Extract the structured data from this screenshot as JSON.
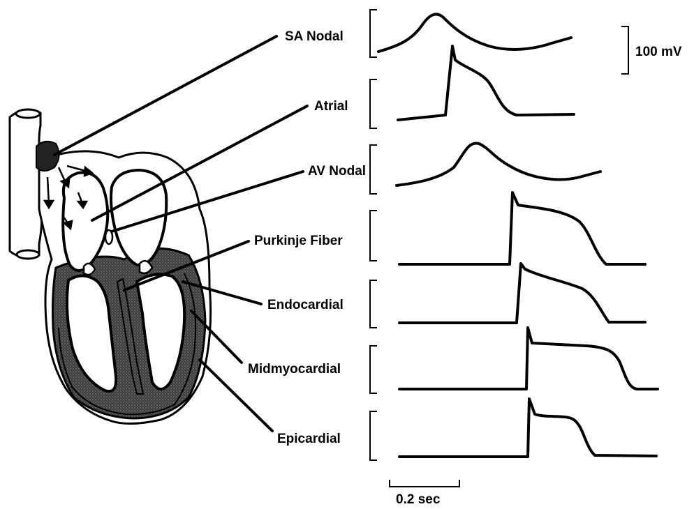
{
  "labels": {
    "sa_nodal": "SA Nodal",
    "atrial": "Atrial",
    "av_nodal": "AV Nodal",
    "purkinje": "Purkinje Fiber",
    "endocardial": "Endocardial",
    "midmyocardial": "Midmyocardial",
    "epicardial": "Epicardial"
  },
  "scale": {
    "voltage": "100 mV",
    "time": "0.2 sec"
  },
  "colors": {
    "ink": "#000000",
    "myocardium": "#4a4a4a",
    "background": "#ffffff"
  }
}
